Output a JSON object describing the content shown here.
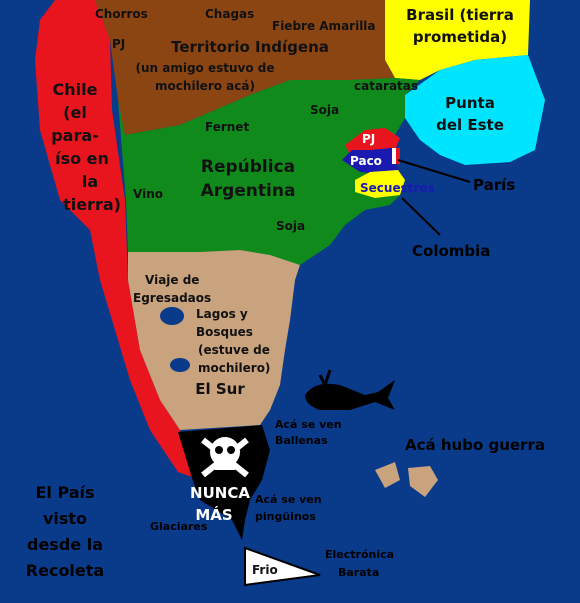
{
  "colors": {
    "sea": "#0a3a8a",
    "chile": "#e8141e",
    "north": "#8b4513",
    "argentina": "#108a1a",
    "south": "#c9a27e",
    "tip": "#000000",
    "brasil": "#ffff00",
    "punta": "#00e5ff",
    "buenos_aires_red": "#e8141e",
    "buenos_aires_blue": "#1a1ab0",
    "buenos_aires_yellow": "#ffff00",
    "dark_text": "#111111",
    "light_text": "#ffffff",
    "grey_text": "#000000"
  },
  "regions": {
    "chile": {
      "line1": "Chile",
      "line2": "(el",
      "line3": "para-",
      "line4": "íso en",
      "line5": "la",
      "line6": "tierra)"
    },
    "brasil": {
      "line1": "Brasil (tierra",
      "line2": "prometida)"
    },
    "punta": {
      "line1": "Punta",
      "line2": "del Este"
    },
    "territorio": {
      "line1": "Territorio Indígena",
      "line2": "(un amigo estuvo de",
      "line3": "mochilero acá)"
    },
    "argentina": {
      "line1": "República",
      "line2": "Argentina"
    },
    "sur": {
      "label": "El Sur"
    },
    "lagos": {
      "line1": "Lagos y",
      "line2": "Bosques",
      "line3": "(estuve de",
      "line4": "mochilero)"
    },
    "viaje": {
      "line1": "Viaje de",
      "line2": "Egresadaos"
    },
    "nunca": {
      "line1": "NUNCA",
      "line2": "MÁS"
    }
  },
  "labels": {
    "chorros": "Chorros",
    "chagas": "Chagas",
    "fiebre": "Fiebre Amarilla",
    "pj_north": "PJ",
    "cataratas": "cataratas",
    "soja_top": "Soja",
    "fernet": "Fernet",
    "vino": "Vino",
    "soja_bottom": "Soja",
    "pj_ba": "PJ",
    "paco": "Paco",
    "secuestros": "Secuestros",
    "paris": "París",
    "colombia": "Colombia",
    "ballenas_1": "Acá se ven",
    "ballenas_2": "Ballenas",
    "guerra": "Acá hubo guerra",
    "pinguinos_1": "Acá se ven",
    "pinguinos_2": "pingüinos",
    "glaciares": "Glaciares",
    "electronica_1": "Electrónica",
    "electronica_2": "Barata",
    "frio": "Frio",
    "recoleta_1": "El País",
    "recoleta_2": "visto",
    "recoleta_3": "desde la",
    "recoleta_4": "Recoleta"
  },
  "icons": [
    "skull-crossbones-icon",
    "whale-icon",
    "french-flag-icon",
    "pennant-flag-icon"
  ]
}
